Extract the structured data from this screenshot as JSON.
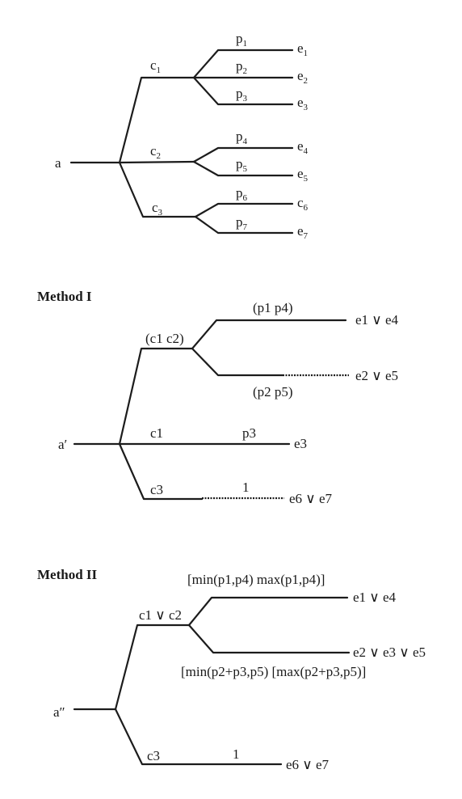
{
  "tree_a": {
    "root": "a",
    "chance_labels": [
      "c",
      "c",
      "c"
    ],
    "chance_subs": [
      "1",
      "2",
      "3"
    ],
    "prob_labels": [
      "p",
      "p",
      "p",
      "p",
      "p",
      "p",
      "p"
    ],
    "prob_subs": [
      "1",
      "2",
      "3",
      "4",
      "5",
      "6",
      "7"
    ],
    "outcome_main": [
      "e",
      "e",
      "e",
      "e",
      "e",
      "c",
      "e"
    ],
    "outcome_subs": [
      "1",
      "2",
      "3",
      "4",
      "5",
      "6",
      "7"
    ]
  },
  "method1": {
    "heading": "Method I",
    "root": "a′",
    "branch_top": "(c1 c2)",
    "branch_mid": "c1",
    "branch_bot": "c3",
    "prob_top": "(p1 p4)",
    "prob_low": "(p2 p5)",
    "prob_mid": "p3",
    "prob_bot": "1",
    "out_top": "e1 ∨ e4",
    "out_low": "e2 ∨ e5",
    "out_mid": "e3",
    "out_bot": "e6 ∨ e7"
  },
  "method2": {
    "heading": "Method II",
    "root": "a″",
    "branch_top": "c1 ∨ c2",
    "branch_bot": "c3",
    "prob_top": "[min(p1,p4) max(p1,p4)]",
    "prob_low": "[min(p2+p3,p5) [max(p2+p3,p5)]",
    "prob_bot": "1",
    "out_top": "e1 ∨ e4",
    "out_low": "e2 ∨ e3 ∨ e5",
    "out_bot": "e6 ∨ e7"
  }
}
